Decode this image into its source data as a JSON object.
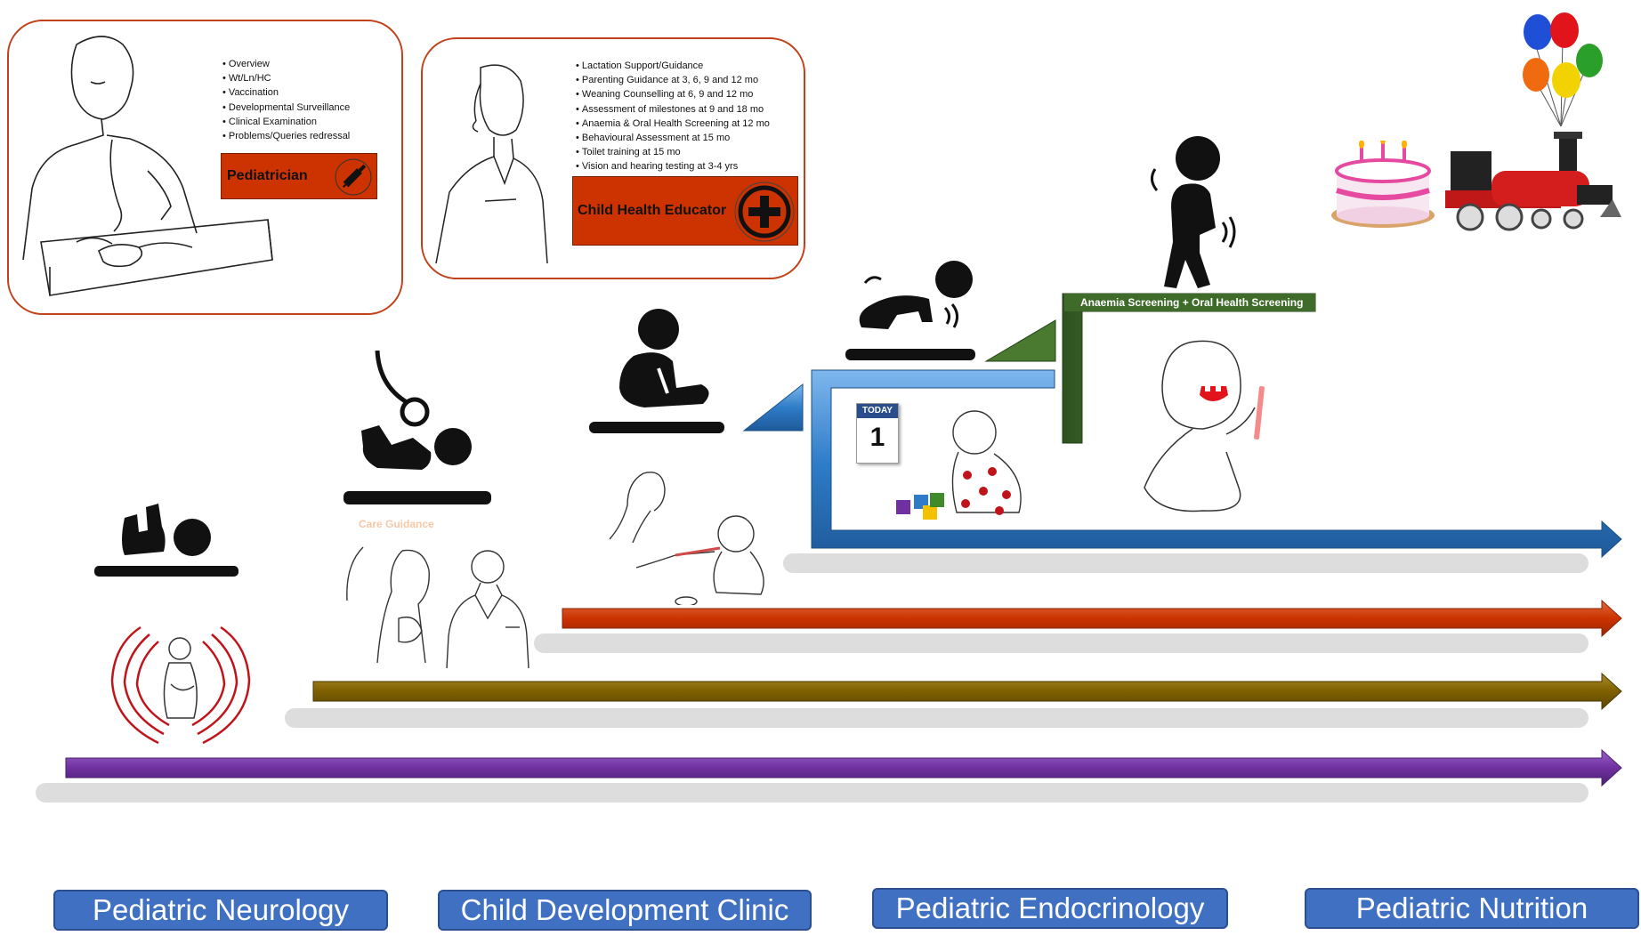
{
  "pediatrician_card": {
    "bullets": [
      "Overview",
      "Wt/Ln/HC",
      "Vaccination",
      "Developmental Surveillance",
      "Clinical Examination",
      "Problems/Queries redressal"
    ],
    "role_label": "Pediatrician"
  },
  "educator_card": {
    "bullets": [
      "Lactation Support/Guidance",
      "Parenting Guidance at 3, 6, 9 and 12 mo",
      "Weaning Counselling at 6, 9 and 12 mo",
      "Assessment of milestones  at 9 and 18 mo",
      "Anaemia & Oral Health Screening at 12 mo",
      "Behavioural Assessment at 15 mo",
      "Toilet training at 15 mo",
      "Vision  and hearing  testing  at 3-4 yrs"
    ],
    "role_label": "Child Health Educator"
  },
  "care_guidance_label": "Care Guidance",
  "screening_label": "Anaemia Screening + Oral Health Screening",
  "calendar": {
    "header": "TODAY",
    "day": "1"
  },
  "timeline_colors": {
    "blue": "#2e7cc8",
    "red": "#cc3300",
    "olive": "#7f6000",
    "purple": "#7030a0",
    "green": "#3f6b2a"
  },
  "clinics": [
    "Pediatric Neurology",
    "Child Development Clinic",
    "Pediatric Endocrinology",
    "Pediatric Nutrition"
  ],
  "icons": [
    "newborn-lying-icon",
    "infant-mobile-icon",
    "sitting-baby-icon",
    "crawling-baby-icon",
    "walking-child-icon",
    "birthday-cake-icon",
    "toy-train-icon",
    "balloons-icon"
  ]
}
